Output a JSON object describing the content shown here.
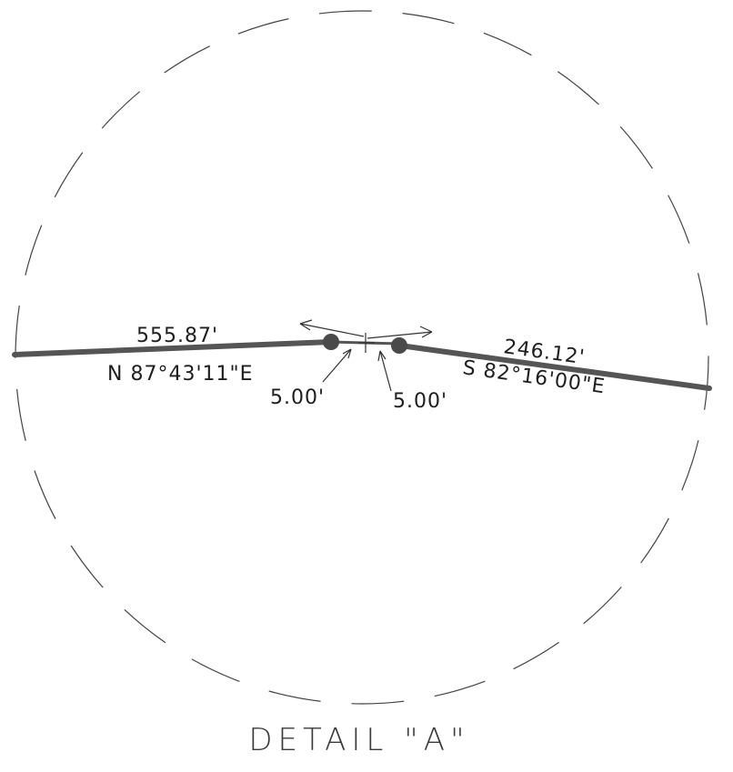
{
  "detail": {
    "title": "DETAIL \"A\""
  },
  "left_course": {
    "distance": "555.87'",
    "bearing": "N 87°43'11\"E"
  },
  "right_course": {
    "distance": "246.12'",
    "bearing": "S 82°16'00\"E"
  },
  "offsets": {
    "left": "5.00'",
    "right": "5.00'"
  },
  "colors": {
    "line": "#555555",
    "dashed_circle": "#444444",
    "point_marker": "#4a4a4a"
  }
}
